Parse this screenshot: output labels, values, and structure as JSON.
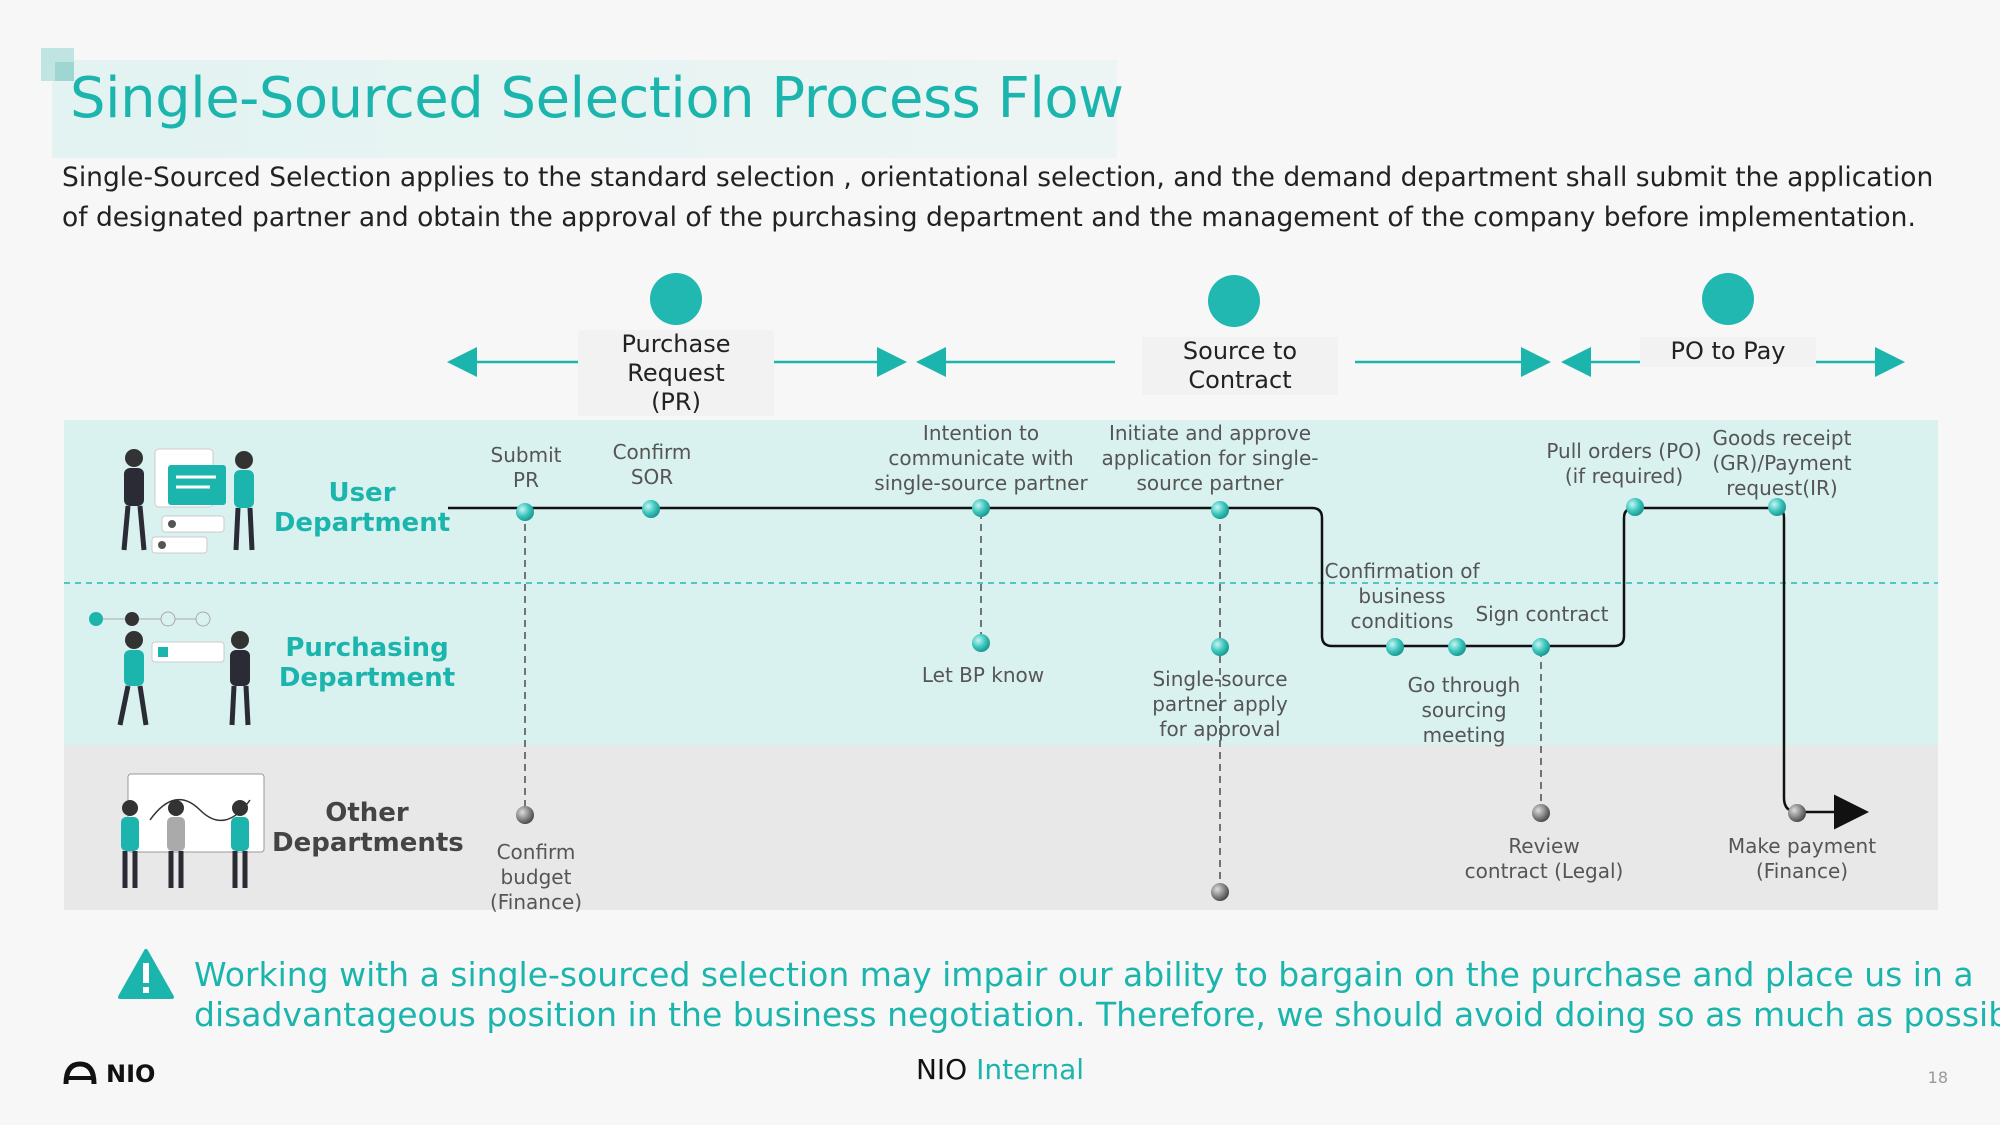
{
  "title": "Single-Sourced Selection Process Flow",
  "intro": "Single-Sourced Selection applies to the standard selection , orientational selection, and the demand department shall submit the application of designated partner and obtain the approval of the purchasing department and the management of the company before implementation.",
  "phases": [
    {
      "label_lines": [
        "Purchase",
        "Request",
        "(PR)"
      ],
      "icon": "document-icon"
    },
    {
      "label_lines": [
        "Source to",
        "Contract"
      ],
      "icon": "document-search-icon"
    },
    {
      "label_lines": [
        "PO to Pay"
      ],
      "icon": "clipboard-check-icon"
    }
  ],
  "lanes": [
    {
      "label_lines": [
        "User",
        "Department"
      ]
    },
    {
      "label_lines": [
        "Purchasing",
        "Department"
      ]
    },
    {
      "label_lines": [
        "Other",
        "Departments"
      ]
    }
  ],
  "steps": {
    "submit_pr": [
      "Submit",
      "PR"
    ],
    "confirm_sor": [
      "Confirm",
      "SOR"
    ],
    "intention": [
      "Intention to",
      "communicate with",
      "single-source partner"
    ],
    "initiate": [
      "Initiate and approve",
      "application for single-",
      "source partner"
    ],
    "pull_orders": [
      "Pull orders (PO)",
      "(if required)"
    ],
    "goods_receipt": [
      "Goods receipt",
      "(GR)/Payment",
      "request(IR)"
    ],
    "confirmation": [
      "Confirmation of",
      "business",
      "conditions"
    ],
    "sign_contract": [
      "Sign contract"
    ],
    "let_bp_know": [
      "Let BP know"
    ],
    "sp_apply": [
      "Single-source",
      "partner apply",
      "for approval"
    ],
    "sourcing_meeting": [
      "Go through",
      "sourcing",
      "meeting"
    ],
    "confirm_budget": [
      "Confirm",
      "budget",
      "(Finance)"
    ],
    "review_contract": [
      "Review",
      "contract (Legal)"
    ],
    "make_payment": [
      "Make payment",
      "(Finance)"
    ]
  },
  "warning": [
    "Working with a single-sourced selection may impair our ability to bargain on the purchase and place us in a",
    "disadvantageous position in the business negotiation. Therefore, we should avoid doing so as much as possible."
  ],
  "footer": {
    "logo": "NIO",
    "classification_a": "NIO",
    "classification_b": "Internal",
    "page": "18"
  },
  "colors": {
    "accent": "#1cb5ad",
    "lane_teal": "#d9f1ef",
    "lane_gray": "#e8e8e8"
  }
}
